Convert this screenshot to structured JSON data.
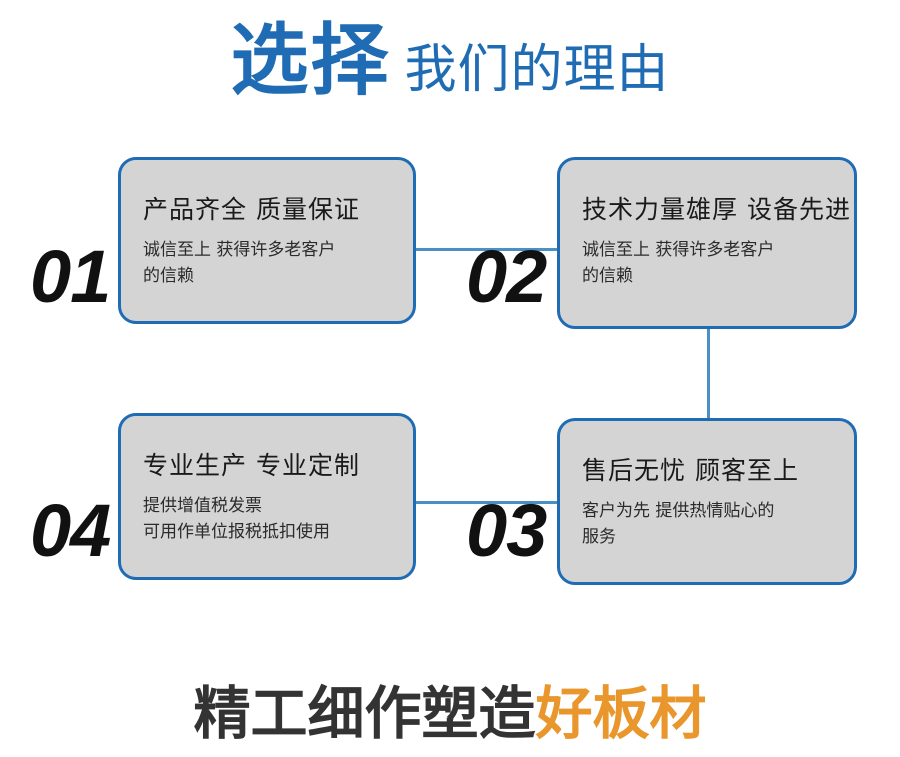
{
  "header": {
    "strong_text": "选择",
    "light_text": "我们的理由",
    "strong_color": "#1f6cb4",
    "light_color": "#1f6cb4"
  },
  "theme": {
    "accent_blue": "#1f6cb4",
    "connector_blue": "#4a90c4",
    "card_fill": "#d4d4d4",
    "accent_orange": "#e9962d",
    "text_dark": "#1a1a1a",
    "background": "#ffffff"
  },
  "cards": [
    {
      "number": "01",
      "title": "产品齐全 质量保证",
      "body": "诚信至上 获得许多老客户\n的信赖"
    },
    {
      "number": "02",
      "title": "技术力量雄厚 设备先进",
      "body": "诚信至上 获得许多老客户\n的信赖"
    },
    {
      "number": "03",
      "title": "售后无忧 顾客至上",
      "body": "客户为先 提供热情贴心的\n服务"
    },
    {
      "number": "04",
      "title": "专业生产 专业定制",
      "body": "提供增值税发票\n可用作单位报税抵扣使用"
    }
  ],
  "footer": {
    "dark_text": "精工细作塑造",
    "accent_text": "好板材"
  }
}
